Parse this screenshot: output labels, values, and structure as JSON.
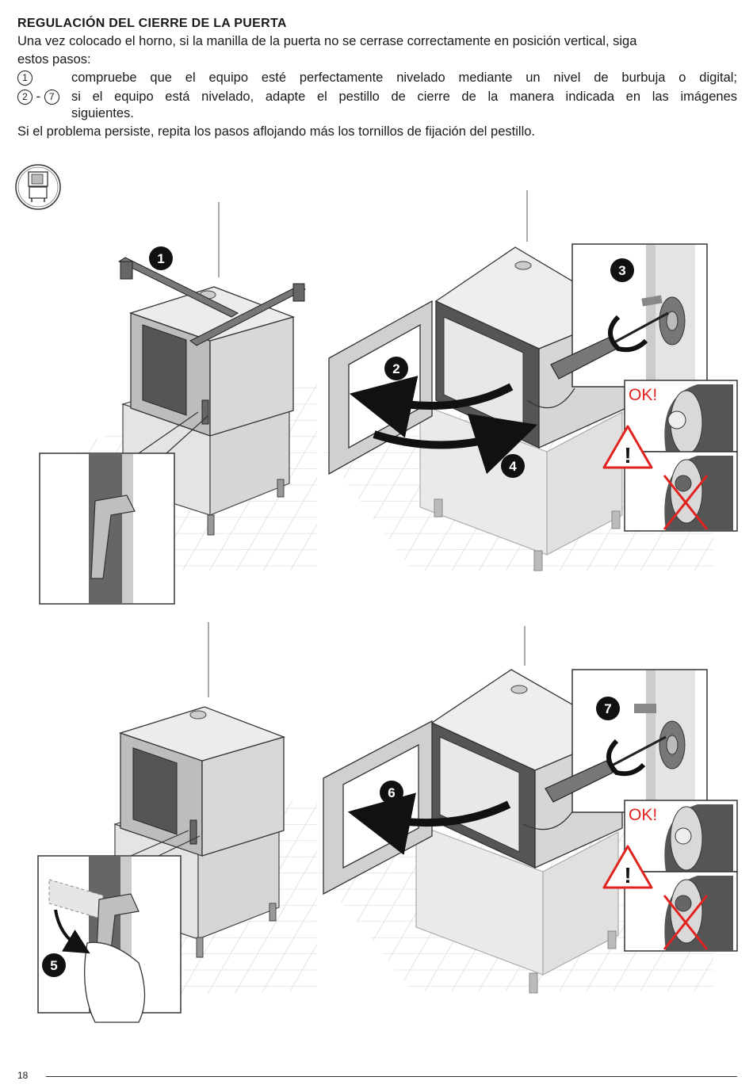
{
  "section": {
    "title": "REGULACIÓN DEL CIERRE DE LA PUERTA",
    "intro_line1": "Una vez colocado el horno, si la manilla de la puerta no se cerrase correctamente en posición vertical, siga",
    "intro_line2": "estos pasos:",
    "steps": [
      {
        "marker_a": "1",
        "text": "compruebe que el equipo esté perfectamente nivelado mediante un nivel de burbuja o digital;"
      },
      {
        "marker_a": "2",
        "separator": "-",
        "marker_b": "7",
        "text_line1": "si el equipo está nivelado, adapte el pestillo de cierre de la manera indicada en las imágenes",
        "text_line2": "siguientes."
      }
    ],
    "closing": "Si el problema persiste, repita los pasos aflojando más los tornillos de fijación del pestillo."
  },
  "figure": {
    "callouts": [
      "1",
      "2",
      "3",
      "4",
      "5",
      "6",
      "7"
    ],
    "ok_label": "OK!",
    "icons": [
      "installation-icon",
      "warning-icon",
      "cross-icon",
      "screwdriver-icon",
      "bubble-level-icon"
    ]
  },
  "footer": {
    "page_number": "18"
  }
}
